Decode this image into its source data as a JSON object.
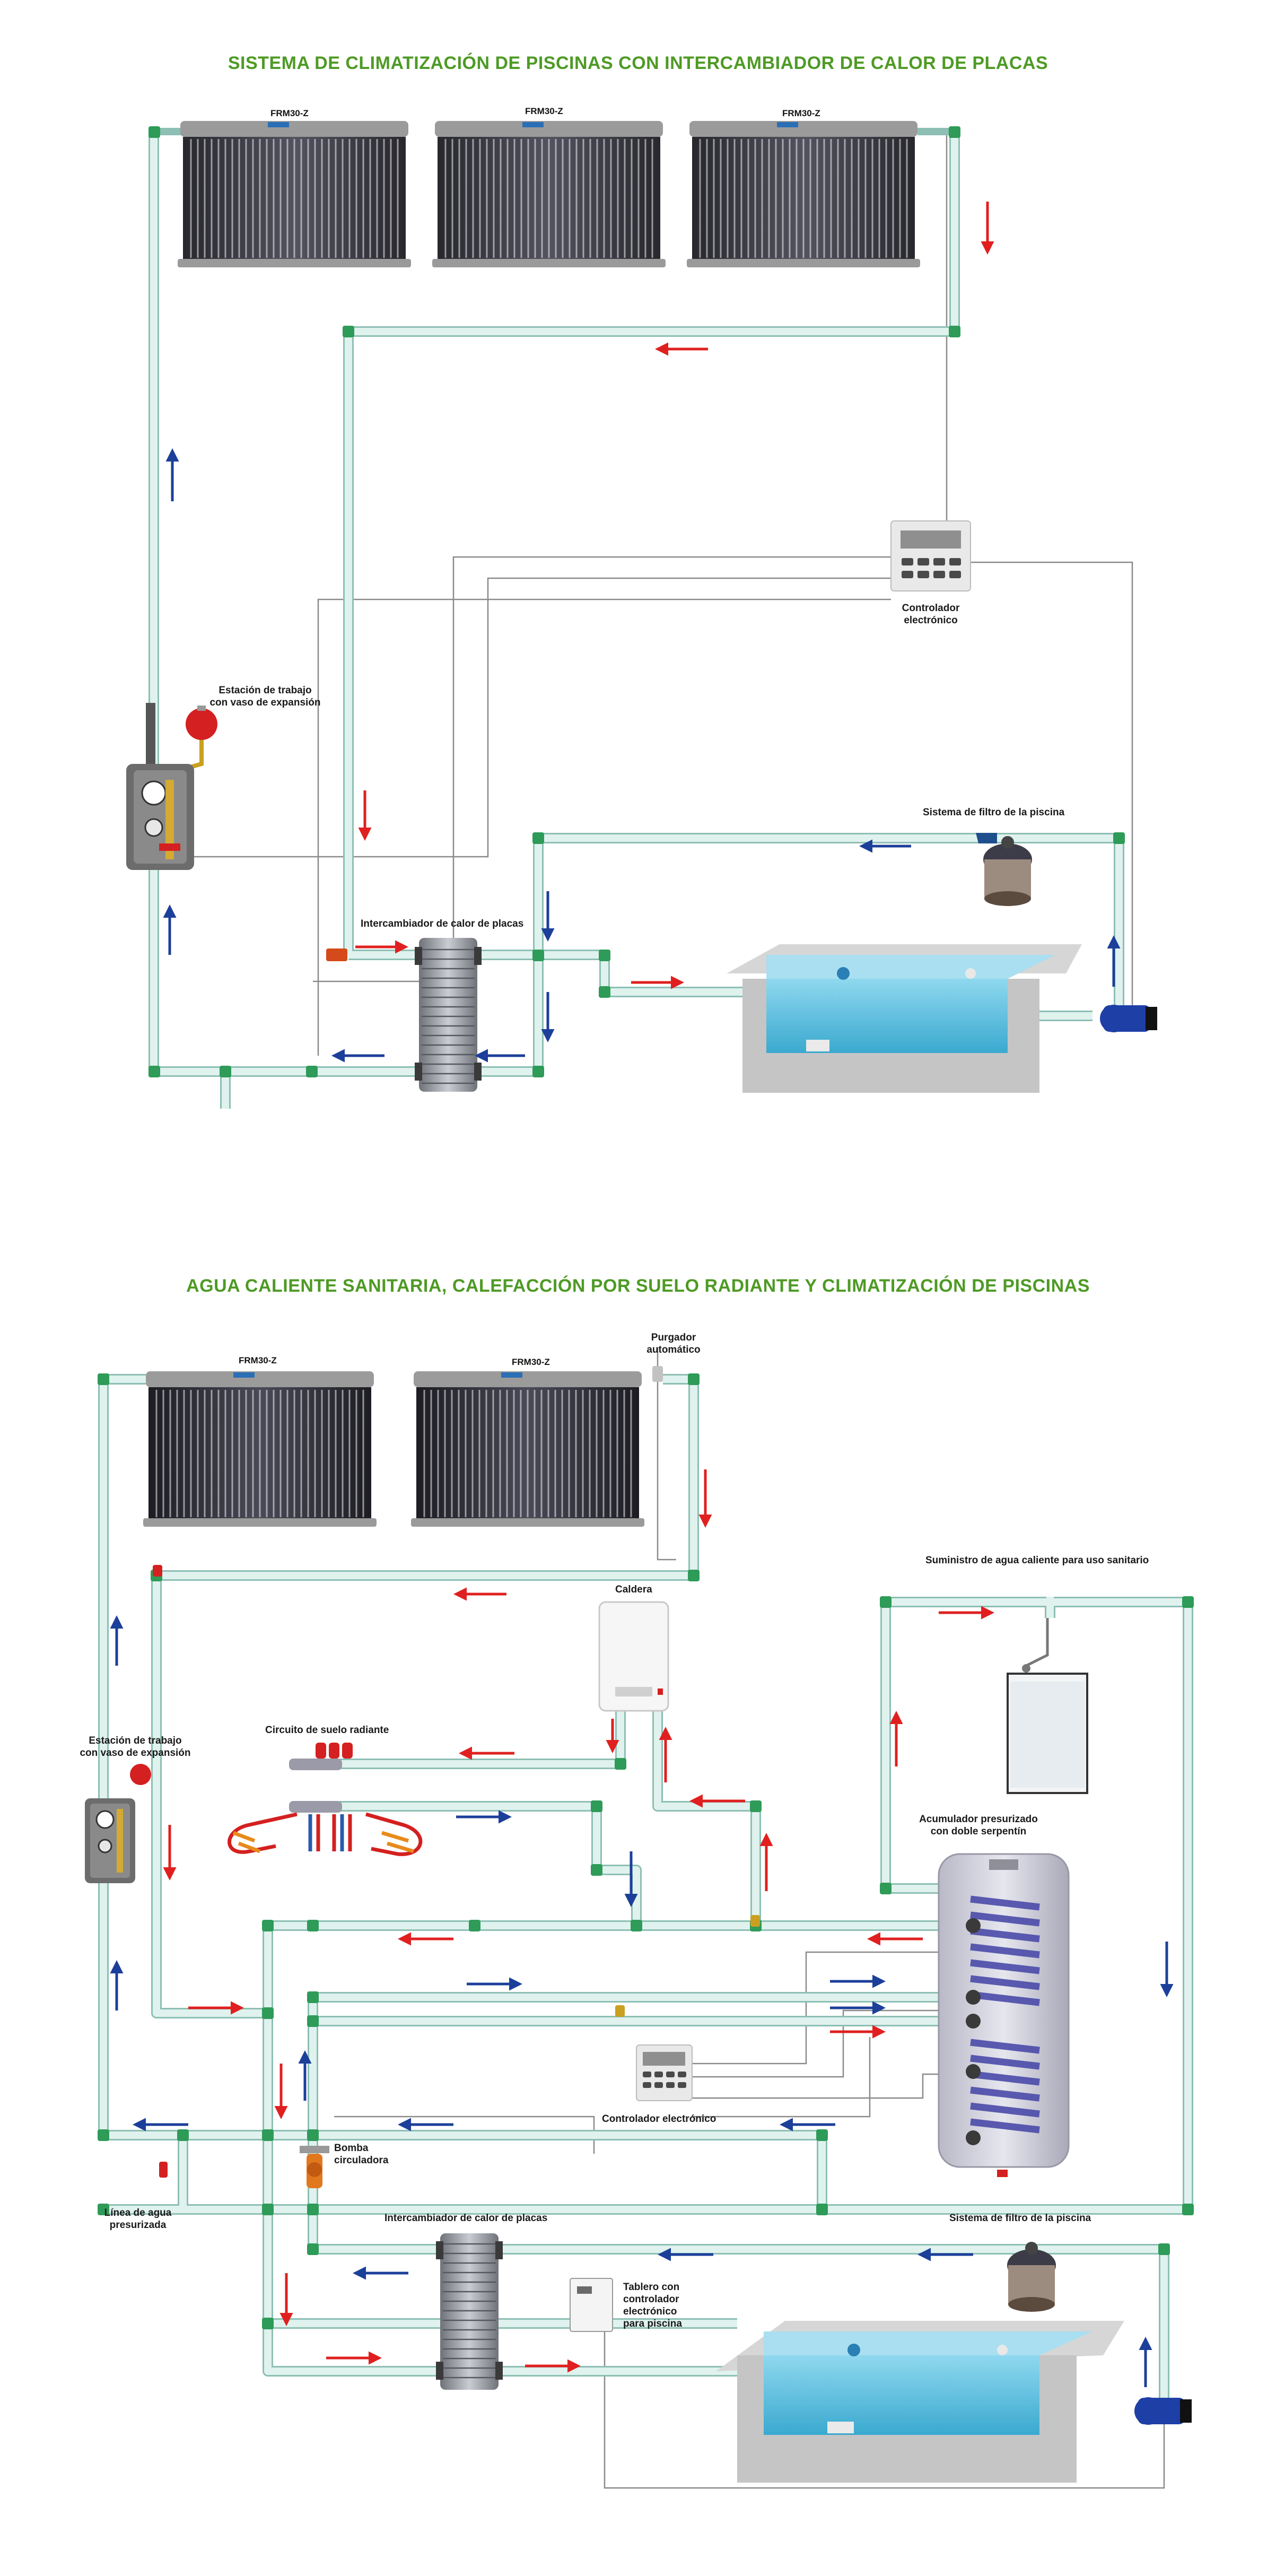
{
  "diagram1": {
    "title": "SISTEMA DE CLIMATIZACIÓN DE PISCINAS CON INTERCAMBIADOR DE CALOR DE PLACAS",
    "collector_models": [
      "FRM30-Z",
      "FRM30-Z",
      "FRM30-Z"
    ],
    "labels": {
      "controller": "Controlador electrónico",
      "station": "Estación de trabajo\ncon vaso de expansión",
      "exchanger": "Intercambiador de calor de placas",
      "filter": "Sistema de filtro de la piscina"
    }
  },
  "diagram2": {
    "title": "AGUA CALIENTE SANITARIA, CALEFACCIÓN POR SUELO RADIANTE Y CLIMATIZACIÓN DE PISCINAS",
    "collector_models": [
      "FRM30-Z",
      "FRM30-Z"
    ],
    "labels": {
      "air_vent": "Purgador\nautomático",
      "boiler": "Caldera",
      "dhw_supply": "Suministro de agua caliente para uso sanitario",
      "floor_heating": "Circuito de suelo radiante",
      "station": "Estación de trabajo\ncon vaso de expansión",
      "tank": "Acumulador presurizado\ncon doble serpentín",
      "controller": "Controlador electrónico",
      "pump": "Bomba\ncirculadora",
      "water_line": "Línea de agua\npresurizada",
      "exchanger": "Intercambiador de calor de placas",
      "filter": "Sistema de filtro de la piscina",
      "pool_panel": "Tablero con\ncontrolador\nelectrónico\npara piscina"
    }
  },
  "colors": {
    "title_green": "#4e9a25",
    "pipe_fill": "#dff2ee",
    "pipe_stroke": "#8dbfb4",
    "fitting_green": "#2e9b58",
    "flow_hot": "#e02020",
    "flow_cold": "#1c3f9a",
    "pool_water": "#59c0de",
    "pool_concrete": "#c5c5c5"
  }
}
